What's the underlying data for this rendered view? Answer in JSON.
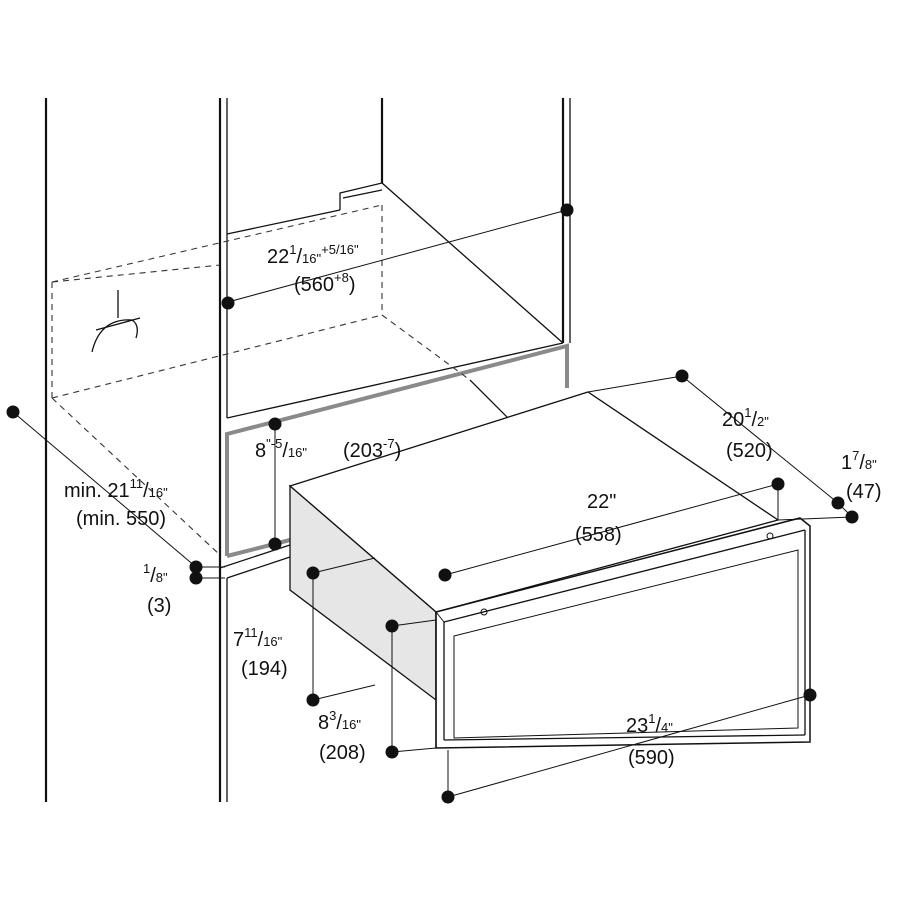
{
  "dimensions": {
    "cutout_height_top": {
      "whole": "22",
      "frac_num": "1",
      "frac_den": "16\"",
      "tol": "+5/16\"",
      "metric_open": "(560",
      "metric_tol": "+8",
      "metric_close": ")"
    },
    "niche_depth": {
      "whole": "20",
      "frac_num": "1",
      "frac_den": "2\"",
      "metric": "(520)"
    },
    "front_offset": {
      "whole": "1",
      "frac_num": "7",
      "frac_den": "8\"",
      "metric": "(47)"
    },
    "niche_height": {
      "whole": "8",
      "tol": "\"-5",
      "frac_den": "16\"",
      "metric_open": "(203",
      "metric_tol": "-7",
      "metric_close": ")"
    },
    "min_depth": {
      "prefix": "min. 21",
      "frac_num": "11",
      "frac_den": "16\"",
      "metric": "(min. 550)"
    },
    "gap": {
      "frac_num": "1",
      "frac_den": "8\"",
      "metric": "(3)"
    },
    "appliance_width": {
      "label": "22\"",
      "metric": "(558)"
    },
    "body_height": {
      "whole": "7",
      "frac_num": "11",
      "frac_den": "16\"",
      "metric": "(194)"
    },
    "front_height": {
      "whole": "8",
      "frac_num": "3",
      "frac_den": "16\"",
      "metric": "(208)"
    },
    "front_width": {
      "whole": "23",
      "frac_num": "1",
      "frac_den": "4\"",
      "metric": "(590)"
    }
  },
  "icons": {
    "outlet": "electrical-connection-icon"
  }
}
